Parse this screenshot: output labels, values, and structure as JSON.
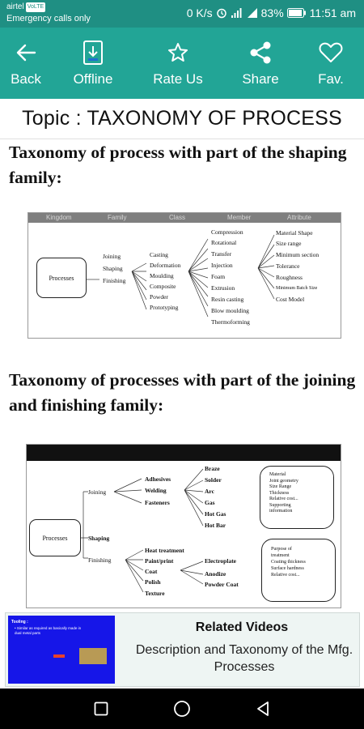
{
  "status_bar": {
    "carrier": "airtel",
    "volte": "VoLTE",
    "emergency": "Emergency calls only",
    "speed": "0 K/s",
    "battery": "83%",
    "time": "11:51 am"
  },
  "toolbar": {
    "back_label": "Back",
    "offline_label": "Offline",
    "rate_label": "Rate Us",
    "share_label": "Share",
    "fav_label": "Fav."
  },
  "topic_title": "Topic : TAXONOMY OF PROCESS",
  "content": {
    "heading1": "Taxonomy of process with part of the shaping family:",
    "heading2": "Taxonomy of processes with part of the joining and finishing family:"
  },
  "figure1": {
    "header": [
      "Kingdom",
      "Family",
      "Class",
      "Member",
      "Attribute"
    ],
    "root": "Processes",
    "families": [
      "Joining",
      "Shaping",
      "Finishing"
    ],
    "classes": [
      "Casting",
      "Deformation",
      "Moulding",
      "Composite",
      "Powder",
      "Prototyping"
    ],
    "members": [
      "Compression",
      "Rotational",
      "Transfer",
      "Injection",
      "Foam",
      "Extrusion",
      "Resin casting",
      "Blow moulding",
      "Thermoforming"
    ],
    "attributes": [
      "Material Shape",
      "Size range",
      "Minimum section",
      "Tolerance",
      "Roughness",
      "Minimum Batch Size",
      "Cost Model"
    ]
  },
  "figure2": {
    "root": "Processes",
    "families": [
      "Joining",
      "Shaping",
      "Finishing"
    ],
    "joining_classes": [
      "Adhesives",
      "Welding",
      "Fasteners"
    ],
    "joining_members": [
      "Braze",
      "Solder",
      "Arc",
      "Gas",
      "Hot Gas",
      "Hot Bar"
    ],
    "joining_attributes": [
      "Material",
      "Joint geometry",
      "Size Range",
      "Thickness",
      "Relative cost...",
      "Supporting",
      "information"
    ],
    "finishing_classes": [
      "Heat treatment",
      "Paint/print",
      "Coat",
      "Polish",
      "Texture"
    ],
    "finishing_members": [
      "Electroplate",
      "Anodize",
      "Powder Coat"
    ],
    "finishing_attributes": [
      "Purpose of",
      "treatment",
      "Coating thickness",
      "Surface hardness",
      "Relative cost..."
    ]
  },
  "related": {
    "title": "Related Videos",
    "description": "Description and Taxonomy of the Mfg. Processes",
    "thumb_title": "Tooling :",
    "thumb_line": "• Similar as required as basically made in dual metal parts"
  },
  "colors": {
    "status_bar": "#1f8f83",
    "toolbar": "#22a596",
    "related_bg": "#eef5f3",
    "thumb_blue": "#1616e8"
  }
}
